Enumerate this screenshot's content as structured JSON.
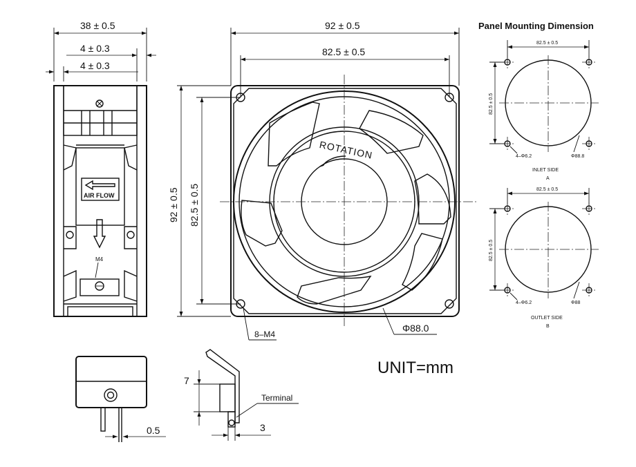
{
  "side_view": {
    "dim_width": "38 ± 0.5",
    "dim_flange_1": "4 ± 0.3",
    "dim_flange_2": "4 ± 0.3",
    "airflow_label": "AIR FLOW",
    "thread_label": "M4"
  },
  "front_view": {
    "dim_outer_w": "92 ± 0.5",
    "dim_hole_w": "82.5 ± 0.5",
    "dim_outer_h": "92 ± 0.5",
    "dim_hole_h": "82.5 ± 0.5",
    "rotation_label": "ROTATION",
    "screw_label": "8–M4",
    "diameter_label": "Φ88.0"
  },
  "panel": {
    "title": "Panel Mounting Dimension",
    "inlet": {
      "dim_w": "82.5 ± 0.5",
      "dim_h": "82.5 ± 0.5",
      "holes_label": "4–Φ6.2",
      "diam_label": "Φ88.8",
      "side_label": "INLET SIDE",
      "letter": "A"
    },
    "outlet": {
      "dim_w": "82.5 ± 0.5",
      "dim_h": "82.5 ± 0.5",
      "holes_label": "4–Φ6.2",
      "diam_label": "Φ88",
      "side_label": "OUTLET SIDE",
      "letter": "B"
    }
  },
  "terminal_detail": {
    "pin_dim": "0.5",
    "height_dim": "7",
    "terminal_label": "Terminal",
    "width_dim": "3"
  },
  "unit_label": "UNIT=mm"
}
